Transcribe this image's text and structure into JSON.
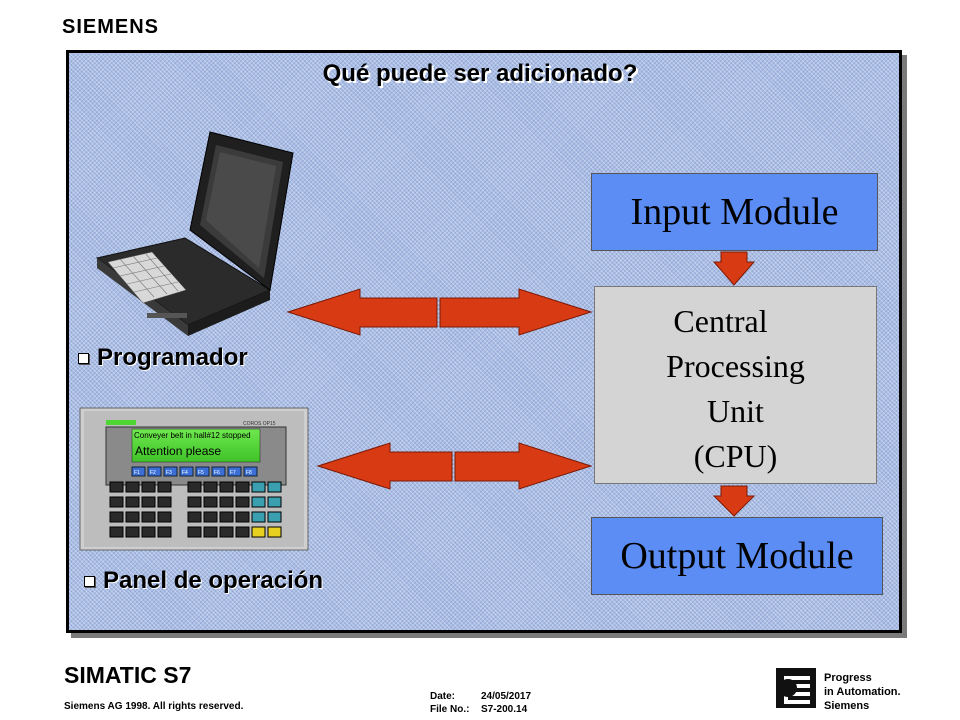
{
  "brand": "SIEMENS",
  "title": "Qué puede ser adicionado?",
  "input_module": "Input Module",
  "cpu": [
    "Central",
    "Processing",
    "Unit",
    "(CPU)"
  ],
  "output_module": "Output Module",
  "programador_label": "Programador",
  "panel_label": "Panel de operación",
  "op_panel": {
    "model": "COROS OP15",
    "line1": "Conveyer belt in hall#12 stopped",
    "line2": "Attention please",
    "fkeys": [
      "F1",
      "F2",
      "F3",
      "F4",
      "F5",
      "F6",
      "F7",
      "F8"
    ]
  },
  "footer": {
    "product": "SIMATIC S7",
    "copyright": "Siemens AG 1998. All rights reserved.",
    "date_label": "Date:",
    "date_value": "24/05/2017",
    "file_label": "File No.:",
    "file_value": "S7-200.14",
    "slogan": [
      "Progress",
      "in Automation.",
      "Siemens"
    ]
  },
  "colors": {
    "panel_bg": "#a9bde6",
    "module_blue": "#5b8df5",
    "cpu_gray": "#d4d4d4",
    "arrow_red": "#d83a14",
    "lcd_green": "#4ed632"
  }
}
